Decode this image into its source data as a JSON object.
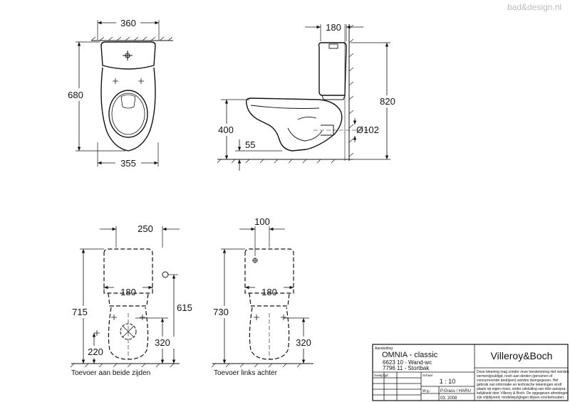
{
  "watermark": "bad&design.nl",
  "dimensions": {
    "top_width": "360",
    "top_length": "680",
    "bottom_width": "355",
    "tank_depth": "180",
    "height_total": "820",
    "seat_height": "400",
    "floor_offset": "55",
    "outlet_diameter": "Ø102",
    "left_top_width": "250",
    "left_inner_width": "180",
    "left_height": "715",
    "left_connection_height": "615",
    "left_outlet_height": "320",
    "left_side_offset": "220",
    "right_top_offset": "100",
    "right_inner_width": "180",
    "right_height": "730",
    "right_outlet_height": "320"
  },
  "captions": {
    "left": "Toevoer aan beide zijden",
    "right": "Toevoer links achter"
  },
  "title_block": {
    "label_product": "Aanduiding",
    "product_name": "OMNIA - classic",
    "line1": "6623 10 - Wand-wc",
    "line2": "7796 11 - Stortbak",
    "brand": "Villeroy&Boch",
    "label_scale": "Schaal",
    "scale": "1 : 10",
    "label_date": "Gewijzigd",
    "label_drawn": "W.g.:",
    "drawn_by": "P.Grass / HARU",
    "date": "03. 2008",
    "disclaimer_1": "Deze tekening mag zonder onze toestemming niet worden",
    "disclaimer_2": "vermenigvuldigd, noch aan derden  (personen of",
    "disclaimer_3": "concurrerende bedrijven) worden doorgegeven. Het",
    "disclaimer_4": "gebruik van informatie en technische tekeningen  vindt",
    "disclaimer_5": "plaats op eigen risico, onder uitsluiting van elke aanspra-",
    "disclaimer_6": "kelijkheid door Villeroy & Boch. De opgegeven afmetingen",
    "disclaimer_7": "zijn vrijblijvend; modelwijzigingen blijven voorbehouden."
  }
}
